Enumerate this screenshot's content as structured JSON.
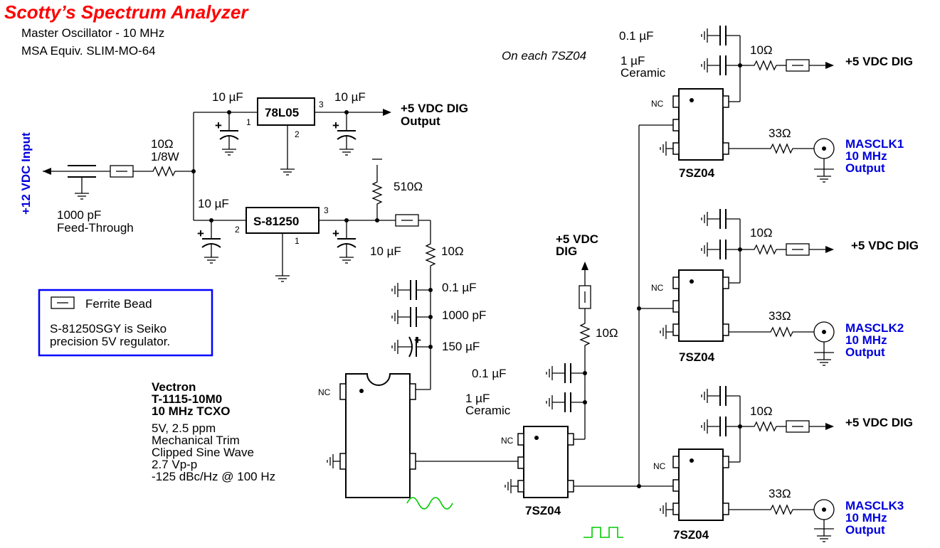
{
  "header": {
    "title": "Scotty’s Spectrum Analyzer",
    "subtitle_1": "Master Oscillator - 10 MHz",
    "subtitle_2": "MSA Equiv. SLIM-MO-64"
  },
  "input": {
    "label": "+12 VDC Input",
    "resistor_value": "10Ω",
    "resistor_rating": "1/8W",
    "cap_value": "1000 pF",
    "cap_type": "Feed-Through"
  },
  "reg1": {
    "name": "78L05",
    "pin_in": "1",
    "pin_gnd": "2",
    "pin_out": "3",
    "cap_in": "10 µF",
    "cap_out": "10 µF",
    "output_label_1": "+5 VDC DIG",
    "output_label_2": "Output"
  },
  "reg2": {
    "name": "S-81250",
    "pin_in": "2",
    "pin_gnd": "1",
    "pin_out": "3",
    "cap_in": "10 µF",
    "cap_out": "10 µF",
    "pullup": "510Ω",
    "series_r": "10Ω",
    "bypass_1": "0.1 µF",
    "bypass_2": "1000 pF",
    "bypass_3": "150 µF"
  },
  "legend": {
    "ferrite": "Ferrite Bead",
    "note_1": "S-81250SGY is Seiko",
    "note_2": "precision 5V regulator."
  },
  "tcxo": {
    "line_1": "Vectron",
    "line_2": "T-1115-10M0",
    "line_3": "10 MHz TCXO",
    "spec_1": "5V, 2.5 ppm",
    "spec_2": "Mechanical Trim",
    "spec_3": "Clipped Sine Wave",
    "spec_4": "2.7 Vp-p",
    "spec_5": "-125 dBc/Hz @ 100 Hz",
    "nc": "NC"
  },
  "buffer": {
    "name": "7SZ04",
    "nc": "NC",
    "supply_1": "+5 VDC",
    "supply_2": "DIG",
    "resistor": "10Ω",
    "cap_1": "0.1 µF",
    "cap_2": "1 µF",
    "cap_2_type": "Ceramic"
  },
  "note_each": "On each 7SZ04",
  "outputs": [
    {
      "gate": "7SZ04",
      "nc": "NC",
      "cap_1": "0.1 µF",
      "cap_2": "1 µF",
      "cap_2_type": "Ceramic",
      "supply_r": "10Ω",
      "supply": "+5 VDC DIG",
      "series_r": "33Ω",
      "clk": "MASCLK1",
      "freq": "10 MHz",
      "out": "Output"
    },
    {
      "gate": "7SZ04",
      "nc": "NC",
      "supply_r": "10Ω",
      "supply": "+5 VDC DIG",
      "series_r": "33Ω",
      "clk": "MASCLK2",
      "freq": "10 MHz",
      "out": "Output"
    },
    {
      "gate": "7SZ04",
      "nc": "NC",
      "supply_r": "10Ω",
      "supply": "+5 VDC DIG",
      "series_r": "33Ω",
      "clk": "MASCLK3",
      "freq": "10 MHz",
      "out": "Output"
    }
  ]
}
